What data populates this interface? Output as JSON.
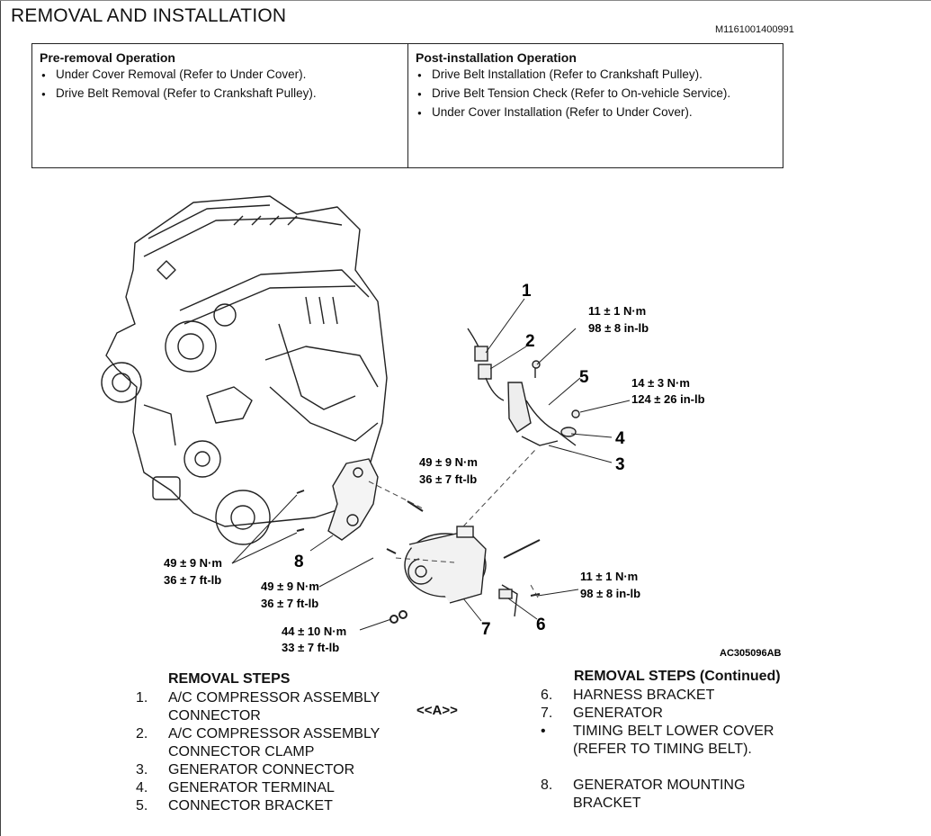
{
  "title": "REMOVAL AND INSTALLATION",
  "doc_id": "M1161001400991",
  "pre_removal": {
    "heading": "Pre-removal Operation",
    "items": [
      "Under Cover Removal (Refer to Under Cover).",
      "Drive Belt Removal (Refer to Crankshaft Pulley)."
    ]
  },
  "post_installation": {
    "heading": "Post-installation Operation",
    "items": [
      "Drive Belt Installation (Refer to Crankshaft Pulley).",
      "Drive Belt Tension Check (Refer to On-vehicle Service).",
      "Under Cover Installation (Refer to Under Cover)."
    ]
  },
  "diagram": {
    "callouts": [
      "1",
      "2",
      "3",
      "4",
      "5",
      "6",
      "7",
      "8"
    ],
    "torques": {
      "t_11_top": [
        "11 ± 1 N·m",
        "98 ± 8 in-lb"
      ],
      "t_14": [
        "14 ± 3 N·m",
        "124 ± 26 in-lb"
      ],
      "t_49_upper": [
        "49 ± 9 N·m",
        "36 ± 7 ft-lb"
      ],
      "t_49_left": [
        "49 ± 9 N·m",
        "36 ± 7 ft-lb"
      ],
      "t_49_mid": [
        "49 ± 9 N·m",
        "36 ± 7 ft-lb"
      ],
      "t_44": [
        "44 ± 10 N·m",
        "33 ± 7 ft-lb"
      ],
      "t_11_right": [
        "11 ± 1 N·m",
        "98 ± 8 in-lb"
      ]
    },
    "figure_id": "AC305096AB"
  },
  "removal_steps": {
    "heading": "REMOVAL STEPS",
    "steps": [
      {
        "num": "1.",
        "text": "A/C COMPRESSOR ASSEMBLY CONNECTOR"
      },
      {
        "num": "2.",
        "text": "A/C COMPRESSOR ASSEMBLY CONNECTOR CLAMP"
      },
      {
        "num": "3.",
        "text": "GENERATOR CONNECTOR"
      },
      {
        "num": "4.",
        "text": "GENERATOR TERMINAL"
      },
      {
        "num": "5.",
        "text": "CONNECTOR BRACKET"
      }
    ],
    "ref_mark": "<<A>>"
  },
  "removal_steps_continued": {
    "heading": "REMOVAL STEPS (Continued)",
    "steps": [
      {
        "num": "6.",
        "text": "HARNESS BRACKET"
      },
      {
        "num": "7.",
        "text": "GENERATOR"
      },
      {
        "num": "•",
        "text": "TIMING BELT LOWER COVER (REFER TO TIMING BELT)."
      },
      {
        "num": "8.",
        "text": "GENERATOR MOUNTING BRACKET"
      }
    ]
  }
}
